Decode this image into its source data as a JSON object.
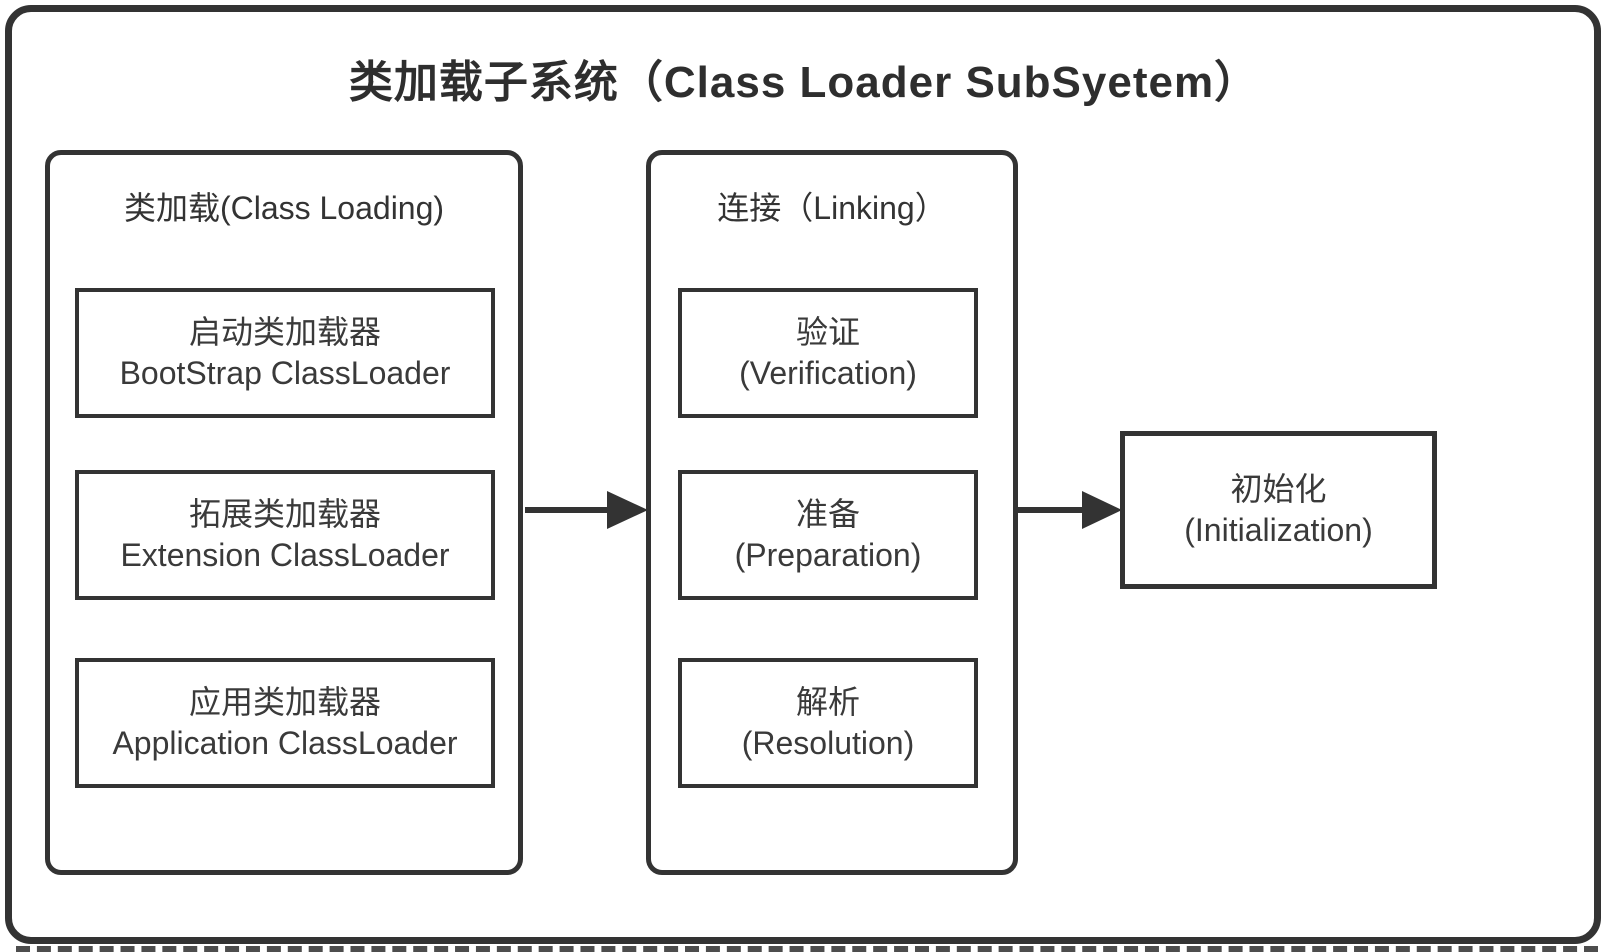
{
  "diagram": {
    "title": "类加载子系统（Class Loader SubSyetem）",
    "class_loading": {
      "header": "类加载(Class Loading)",
      "boxes": [
        {
          "line1": "启动类加载器",
          "line2": "BootStrap ClassLoader"
        },
        {
          "line1": "拓展类加载器",
          "line2": "Extension ClassLoader"
        },
        {
          "line1": "应用类加载器",
          "line2": "Application ClassLoader"
        }
      ]
    },
    "linking": {
      "header": "连接（Linking）",
      "boxes": [
        {
          "line1": "验证",
          "line2": "(Verification)"
        },
        {
          "line1": "准备",
          "line2": "(Preparation)"
        },
        {
          "line1": "解析",
          "line2": "(Resolution)"
        }
      ]
    },
    "initialization": {
      "line1": "初始化",
      "line2": "(Initialization)"
    },
    "colors": {
      "border": "#333333",
      "text": "#333333",
      "background": "#ffffff"
    }
  }
}
